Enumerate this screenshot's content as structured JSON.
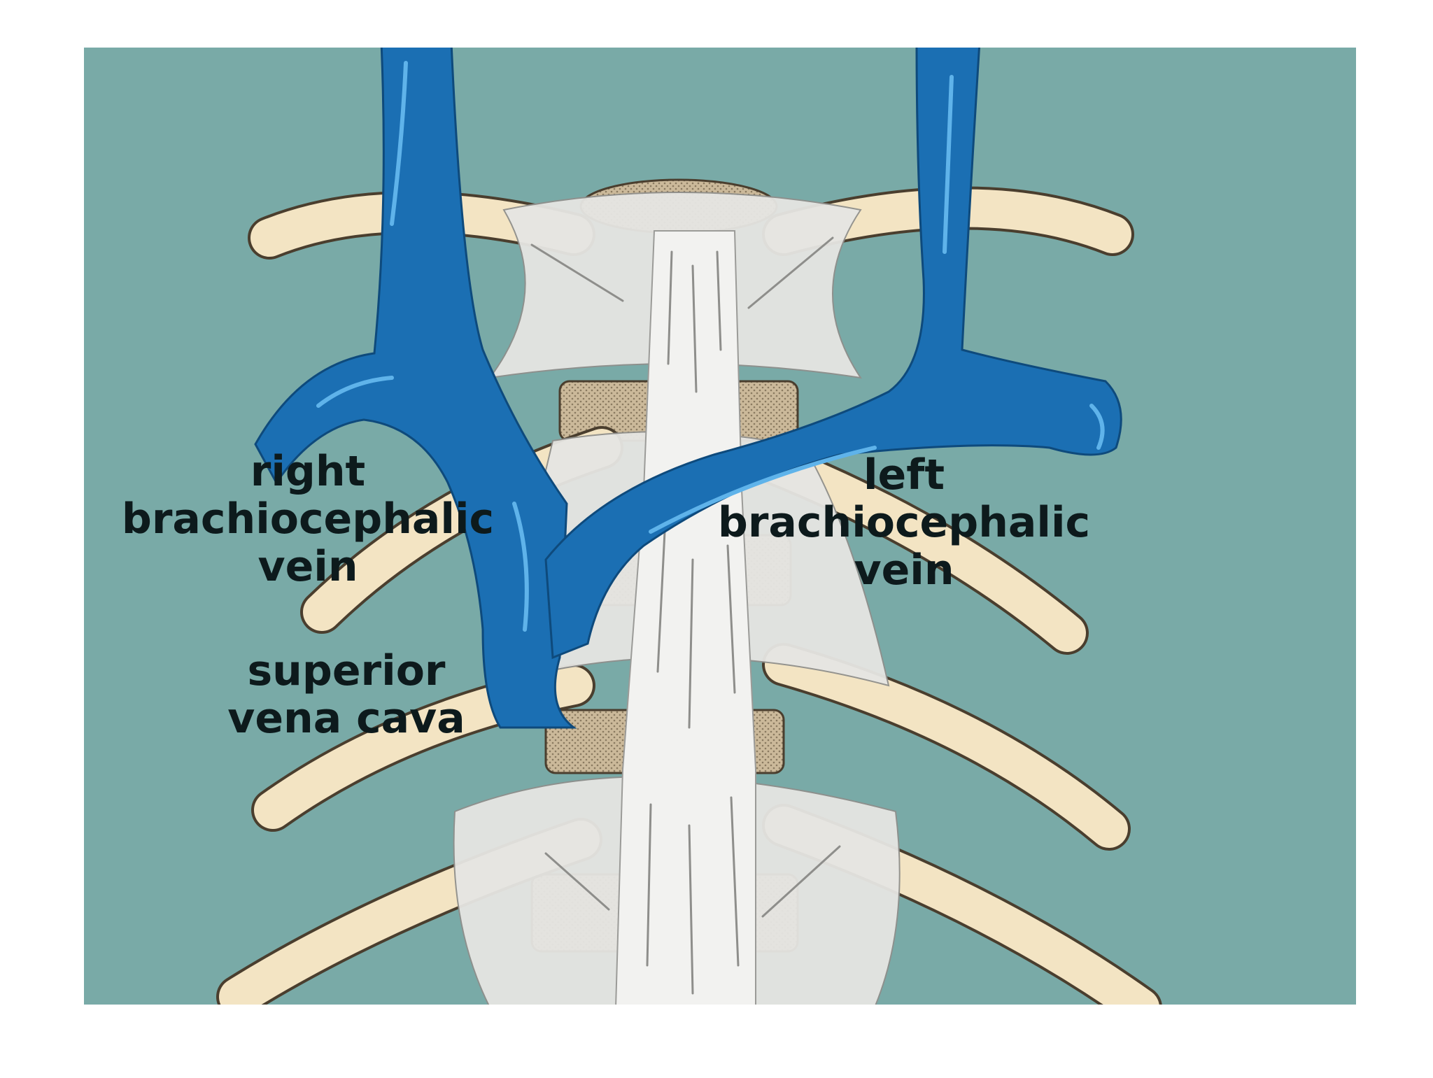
{
  "labels": {
    "right_brachiocephalic": [
      "right",
      "brachiocephalic",
      "vein"
    ],
    "left_brachiocephalic": [
      "left",
      "brachiocephalic",
      "vein"
    ],
    "superior_vena_cava": [
      "superior",
      "vena cava"
    ]
  },
  "colors": {
    "background": "#79aaa7",
    "vein": "#1b6fb3",
    "vein_highlight": "#5fb3ea",
    "rib": "#f3e4c3",
    "vertebra": "#c4b294",
    "ligament": "#e6e6e3",
    "label_text": "#0d1a1c"
  }
}
